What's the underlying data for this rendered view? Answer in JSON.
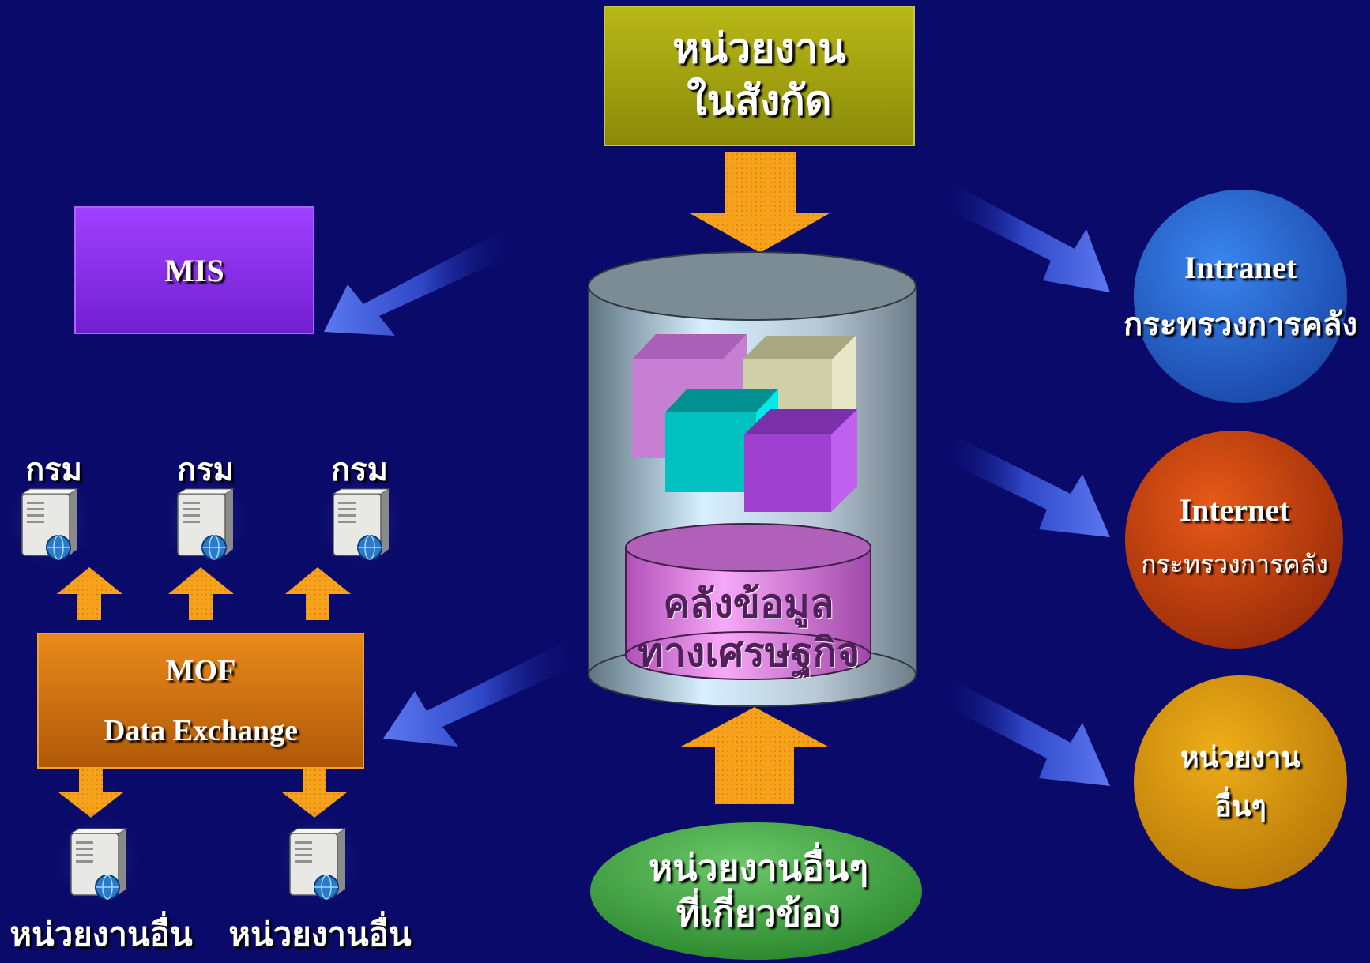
{
  "top_unit": {
    "line1": "หน่วยงาน",
    "line2": "ในสังกัด"
  },
  "mis": {
    "label": "MIS"
  },
  "warehouse": {
    "line1": "คลังข้อมูล",
    "line2": "ทางเศรษฐกิจ"
  },
  "bottom_unit": {
    "line1": "หน่วยงานอื่นๆ",
    "line2": "ที่เกี่ยวข้อง"
  },
  "mof": {
    "line1": "MOF",
    "line2": "Data Exchange"
  },
  "departments": [
    {
      "label": "กรม"
    },
    {
      "label": "กรม"
    },
    {
      "label": "กรม"
    }
  ],
  "other_agencies": [
    {
      "label": "หน่วยงานอื่น"
    },
    {
      "label": "หน่วยงานอื่น"
    }
  ],
  "outputs": {
    "intranet": {
      "line1": "Intranet",
      "line2": "กระทรวงการคลัง"
    },
    "internet": {
      "line1": "Internet",
      "line2": "กระทรวงการคลัง"
    },
    "others": {
      "line1": "หน่วยงาน",
      "line2": "อื่นๆ"
    }
  },
  "colors": {
    "background": "#0a0a6b",
    "top_unit": "#a6a614",
    "mis": "#8f2ff0",
    "mof": "#d9730a",
    "bottom_unit": "#46a646",
    "intranet": "#2e6fd8",
    "internet": "#d64a12",
    "others": "#e0a012",
    "orange_arrow": "#f5a020",
    "blue_arrow": "#4a64e6"
  },
  "icons": [
    "server-icon",
    "globe-icon",
    "cube-icon",
    "database-icon"
  ]
}
